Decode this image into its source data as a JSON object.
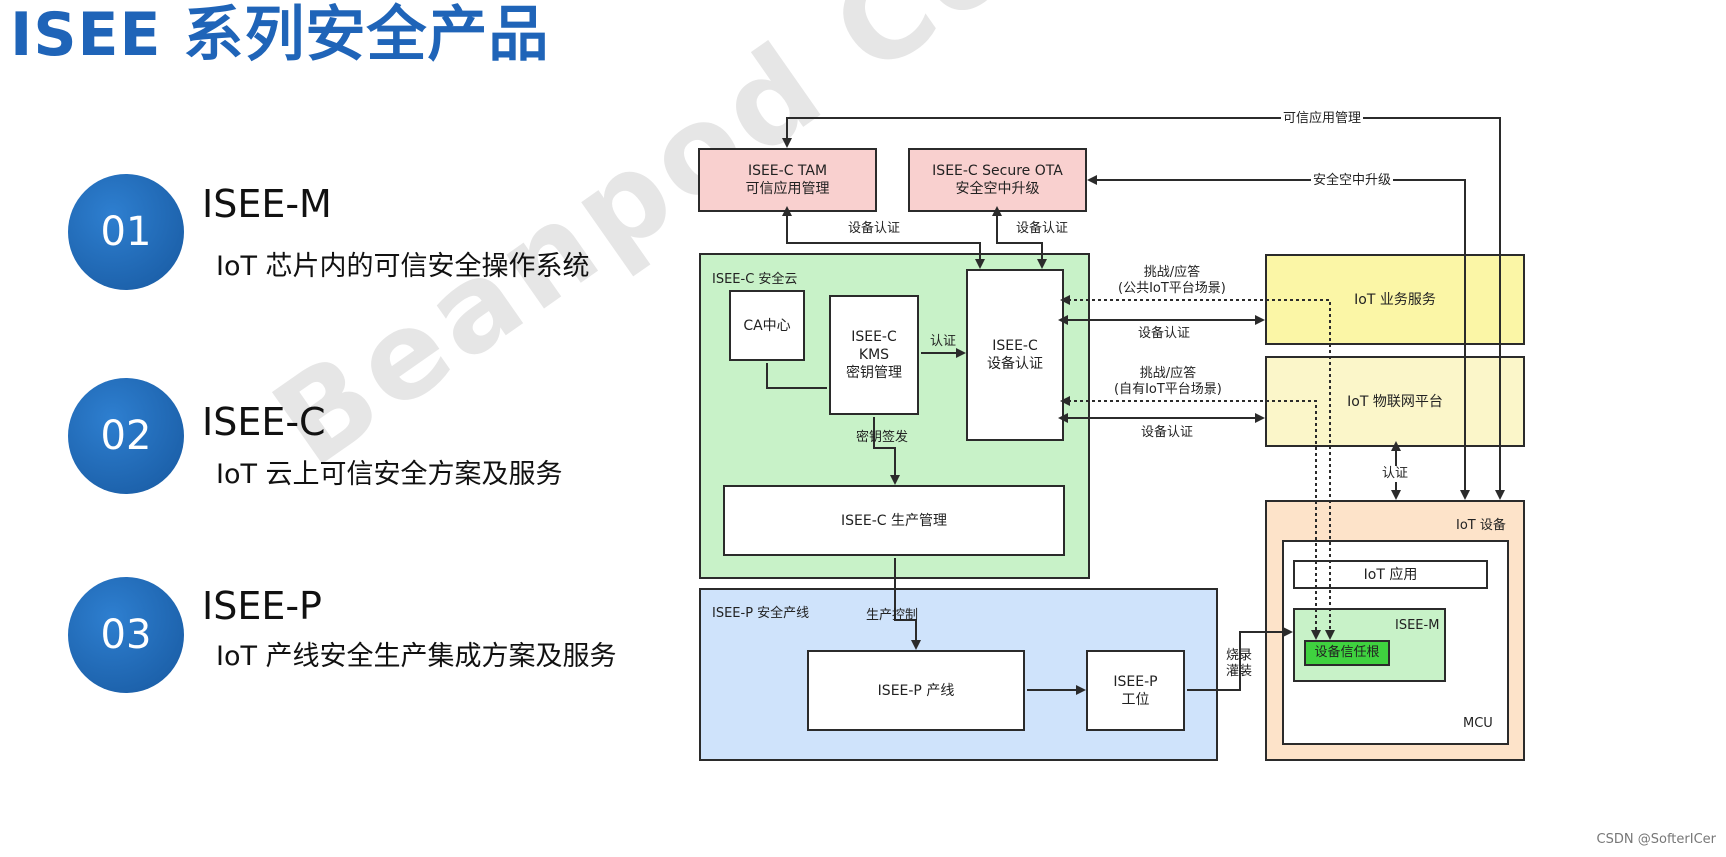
{
  "title": "ISEE 系列安全产品",
  "watermark": "Beanpod Confidential",
  "products": [
    {
      "num": "01",
      "name": "ISEE-M",
      "desc": "IoT 芯片内的可信安全操作系统"
    },
    {
      "num": "02",
      "name": "ISEE-C",
      "desc": "IoT 云上可信安全方案及服务"
    },
    {
      "num": "03",
      "name": "ISEE-P",
      "desc": "IoT 产线安全生产集成方案及服务"
    }
  ],
  "diagram": {
    "tam": "ISEE-C TAM\n可信应用管理",
    "ota": "ISEE-C Secure OTA\n安全空中升级",
    "cloud_label": "ISEE-C 安全云",
    "ca": "CA中心",
    "kms": "ISEE-C\nKMS\n密钥管理",
    "auth": "ISEE-C\n设备认证",
    "mfg": "ISEE-C 生产管理",
    "line_label": "ISEE-P 安全产线",
    "pline": "ISEE-P 产线",
    "station": "ISEE-P\n工位",
    "iot_service": "IoT 业务服务",
    "iot_platform": "IoT 物联网平台",
    "device_label": "IoT 设备",
    "app": "IoT 应用",
    "iseem": "ISEE-M",
    "root": "设备信任根",
    "mcu": "MCU",
    "edge_labels": {
      "trusted_mgmt": "可信应用管理",
      "ota_upgrade": "安全空中升级",
      "dev_auth_1": "设备认证",
      "dev_auth_2": "设备认证",
      "challenge_public": "挑战/应答\n(公共IoT平台场景)",
      "dev_auth_3": "设备认证",
      "challenge_own": "挑战/应答\n(自有IoT平台场景)",
      "dev_auth_4": "设备认证",
      "auth": "认证",
      "key_dist": "密钥签发",
      "verify": "认证",
      "prod_ctrl": "生产控制",
      "burn": "烧录\n灌装"
    }
  },
  "footer": "CSDN @SofterICer",
  "colors": {
    "title_blue": "#1f64b8",
    "pink": "#f9d0cf",
    "green": "#c8f2c8",
    "blue": "#cfe3fb",
    "yellow": "#fbf6a6",
    "light_yellow": "#fbf6c9",
    "peach": "#fde3c9",
    "bright_green": "#3fd23f"
  }
}
